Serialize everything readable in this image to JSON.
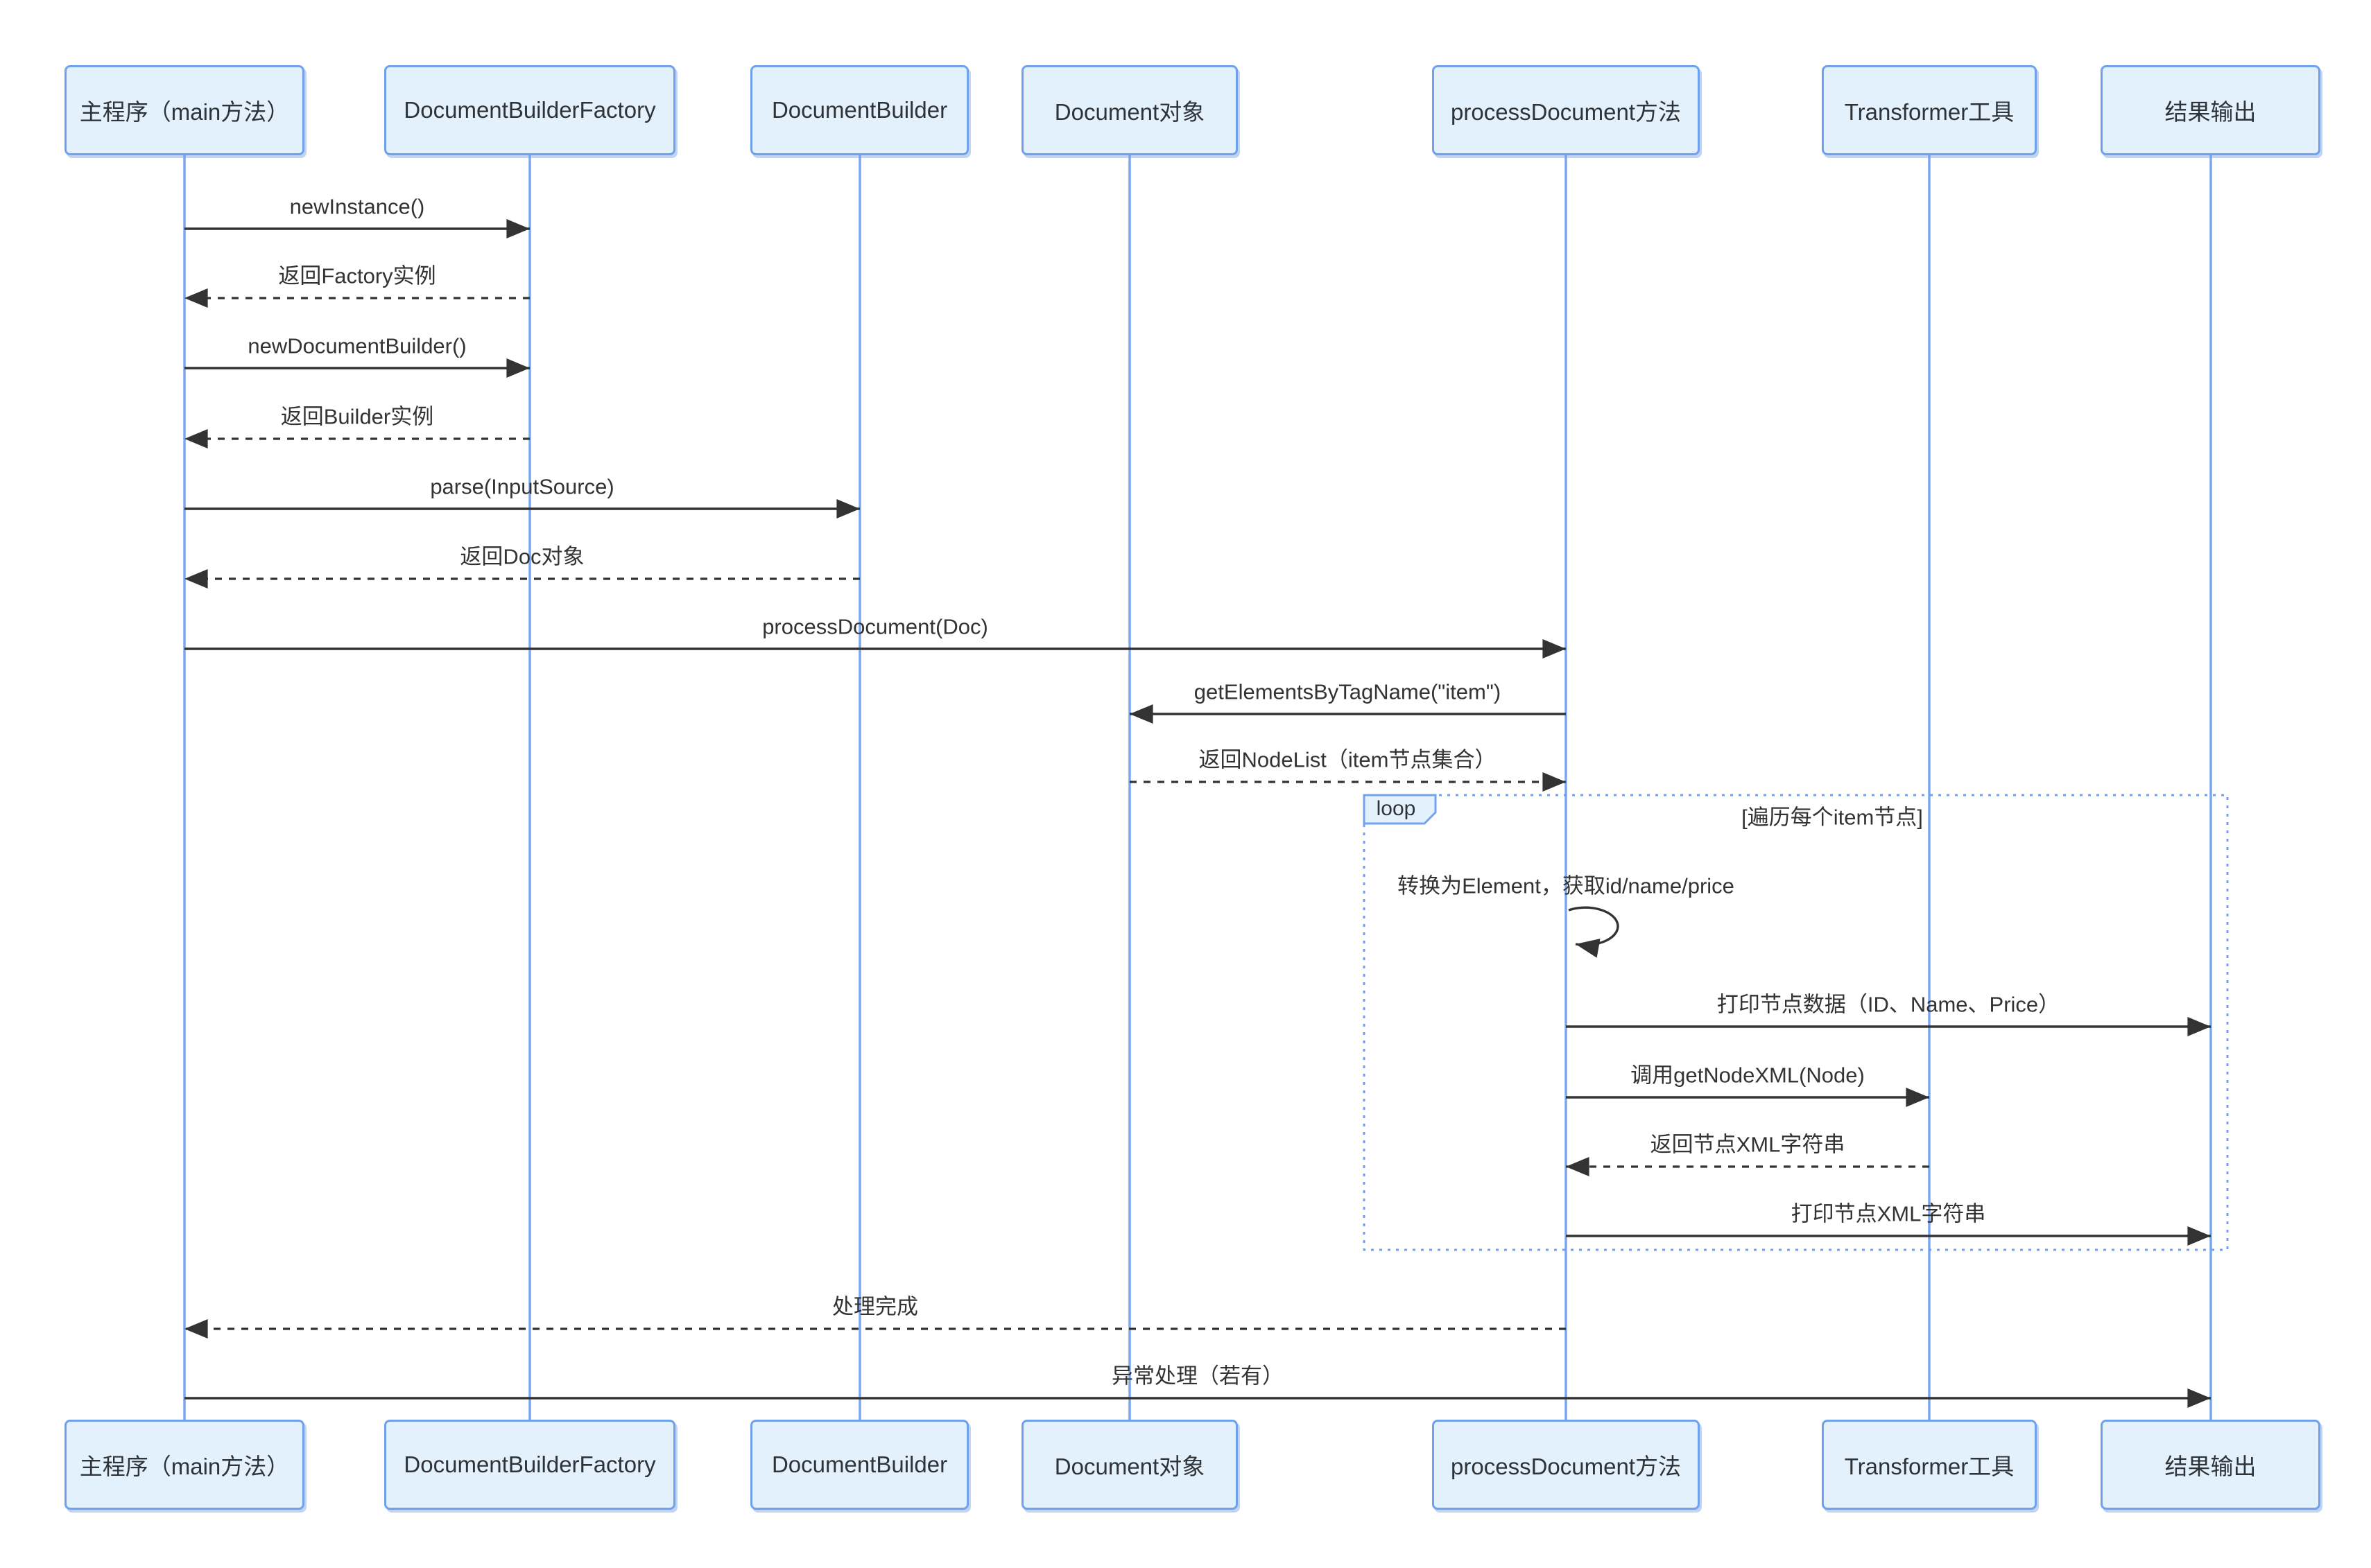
{
  "diagram": {
    "type": "sequence-diagram",
    "participants": [
      {
        "id": "main",
        "label": "主程序（main方法）"
      },
      {
        "id": "factory",
        "label": "DocumentBuilderFactory"
      },
      {
        "id": "builder",
        "label": "DocumentBuilder"
      },
      {
        "id": "document",
        "label": "Document对象"
      },
      {
        "id": "process",
        "label": "processDocument方法"
      },
      {
        "id": "transformer",
        "label": "Transformer工具"
      },
      {
        "id": "output",
        "label": "结果输出"
      }
    ],
    "messages": [
      {
        "label": "newInstance()",
        "from": "main",
        "to": "factory",
        "line": "solid"
      },
      {
        "label": "返回Factory实例",
        "from": "factory",
        "to": "main",
        "line": "dashed"
      },
      {
        "label": "newDocumentBuilder()",
        "from": "main",
        "to": "factory",
        "line": "solid"
      },
      {
        "label": "返回Builder实例",
        "from": "factory",
        "to": "main",
        "line": "dashed"
      },
      {
        "label": "parse(InputSource)",
        "from": "main",
        "to": "builder",
        "line": "solid"
      },
      {
        "label": "返回Doc对象",
        "from": "builder",
        "to": "main",
        "line": "dashed"
      },
      {
        "label": "processDocument(Doc)",
        "from": "main",
        "to": "process",
        "line": "solid"
      },
      {
        "label": "getElementsByTagName(\"item\")",
        "from": "process",
        "to": "document",
        "line": "solid"
      },
      {
        "label": "返回NodeList（item节点集合）",
        "from": "document",
        "to": "process",
        "line": "dashed"
      },
      {
        "label": "转换为Element，获取id/name/price",
        "from": "process",
        "to": "process",
        "line": "self"
      },
      {
        "label": "打印节点数据（ID、Name、Price）",
        "from": "process",
        "to": "output",
        "line": "solid"
      },
      {
        "label": "调用getNodeXML(Node)",
        "from": "process",
        "to": "transformer",
        "line": "solid"
      },
      {
        "label": "返回节点XML字符串",
        "from": "transformer",
        "to": "process",
        "line": "dashed"
      },
      {
        "label": "打印节点XML字符串",
        "from": "process",
        "to": "output",
        "line": "solid"
      },
      {
        "label": "处理完成",
        "from": "process",
        "to": "main",
        "line": "dashed"
      },
      {
        "label": "异常处理（若有）",
        "from": "main",
        "to": "output",
        "line": "solid"
      }
    ],
    "loop": {
      "label": "loop",
      "condition": "[遍历每个item节点]"
    },
    "colors": {
      "background": "#ffffff",
      "participant_fill": "#e3f1fc",
      "participant_border": "#6fa1ec",
      "lifeline": "#79a7f0",
      "loop_border": "#6f9ff5",
      "message_line": "#333333",
      "text": "#2e3338"
    }
  }
}
